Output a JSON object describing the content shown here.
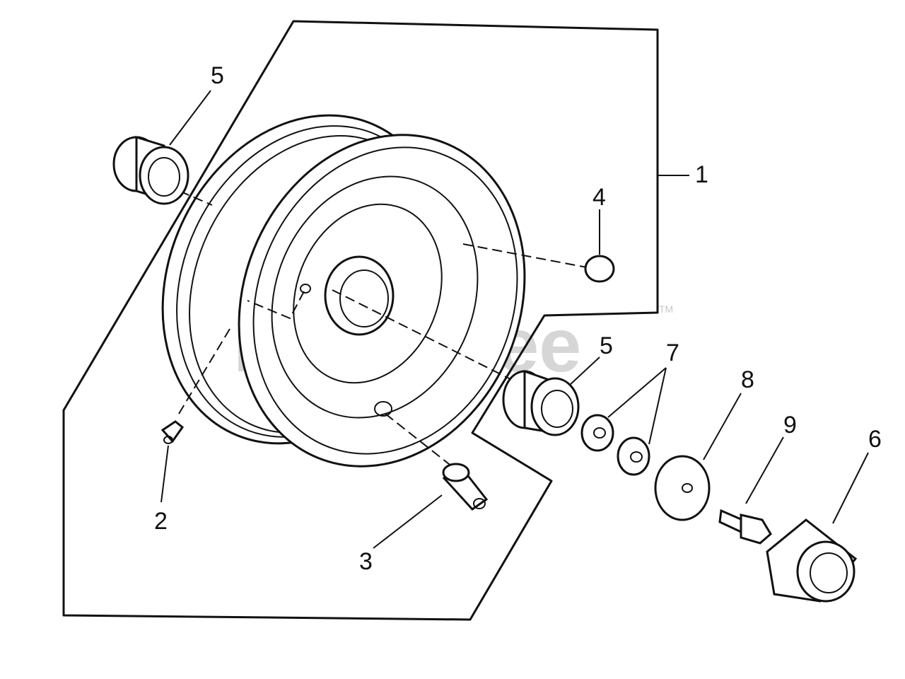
{
  "watermark": {
    "text": "PartsTree",
    "trademark": "TM"
  },
  "callouts": [
    {
      "id": "5a",
      "label": "5"
    },
    {
      "id": "1",
      "label": "1"
    },
    {
      "id": "4",
      "label": "4"
    },
    {
      "id": "5b",
      "label": "5"
    },
    {
      "id": "7",
      "label": "7"
    },
    {
      "id": "8",
      "label": "8"
    },
    {
      "id": "9",
      "label": "9"
    },
    {
      "id": "6",
      "label": "6"
    },
    {
      "id": "2",
      "label": "2"
    },
    {
      "id": "3",
      "label": "3"
    }
  ],
  "colors": {
    "line": "#111111",
    "background": "#ffffff",
    "watermark": "#d6d6d6"
  }
}
